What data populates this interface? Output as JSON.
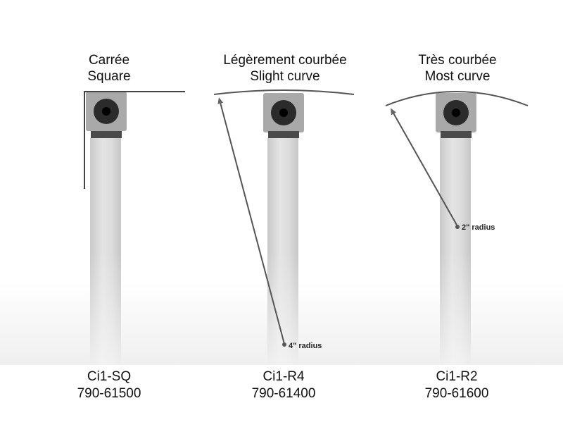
{
  "products": [
    {
      "title_fr": "Carrée",
      "title_en": "Square",
      "model": "Ci1-SQ",
      "part_number": "790-61500",
      "radius_label": ""
    },
    {
      "title_fr": "Légèrement courbée",
      "title_en": "Slight curve",
      "model": "Ci1-R4",
      "part_number": "790-61400",
      "radius_label": "4\" radius"
    },
    {
      "title_fr": "Très courbée",
      "title_en": "Most curve",
      "model": "Ci1-R2",
      "part_number": "790-61600",
      "radius_label": "2\" radius"
    }
  ],
  "colors": {
    "background": "#ffffff",
    "bar": "#d8d8d8",
    "head": "#a9a9a9",
    "line": "#555555"
  }
}
